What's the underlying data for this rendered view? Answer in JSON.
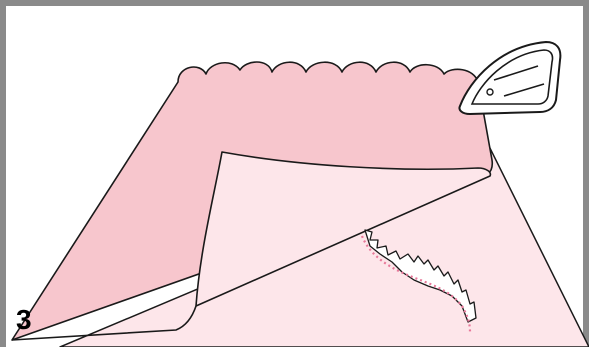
{
  "step": {
    "number": "3"
  },
  "colors": {
    "frame": "#8a8a8a",
    "fabric_right_side": "#f7c6cd",
    "fabric_wrong_side": "#fde6ea",
    "outline": "#1a1a1a",
    "stitch": "#e8789a",
    "iron_body": "#ffffff"
  },
  "icons": [
    "iron-icon",
    "scalloped-hem",
    "clipped-seam-allowance"
  ]
}
